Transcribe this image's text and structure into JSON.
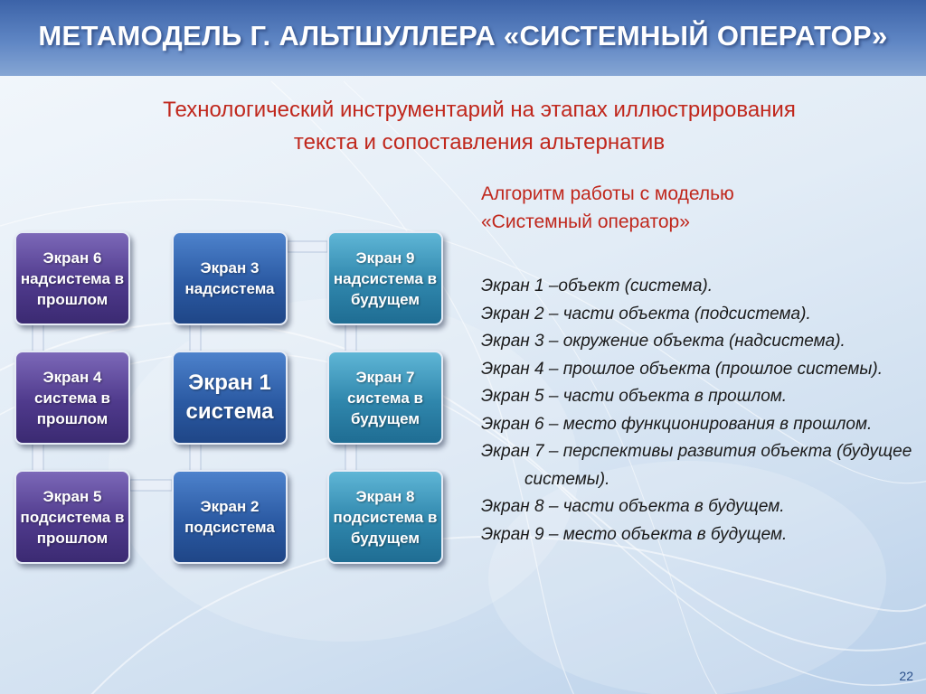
{
  "title": "МЕТАМОДЕЛЬ Г. АЛЬТШУЛЛЕРА «СИСТЕМНЫЙ ОПЕРАТОР»",
  "subtitle": {
    "line1": "Технологический инструментарий на этапах иллюстрирования",
    "line2": "текста и сопоставления альтернатив"
  },
  "algorithm": {
    "line1": "Алгоритм работы с моделью",
    "line2": "«Системный оператор»"
  },
  "descriptions": [
    "Экран 1 –объект (система).",
    "Экран 2 – части объекта (подсистема).",
    "Экран 3 – окружение объекта (надсистема).",
    "Экран 4 – прошлое объекта (прошлое системы).",
    "Экран 5 – части объекта в прошлом.",
    "Экран 6 – место функционирования в прошлом.",
    "Экран 7 – перспективы развития объекта (будущее системы).",
    "Экран 8 – части объекта в будущем.",
    "Экран 9 – место объекта в будущем."
  ],
  "screens": {
    "s6": "Экран 6\nнадсистема в\nпрошлом",
    "s3": "Экран 3\nнадсистема",
    "s9": "Экран 9\nнадсистема в\nбудущем",
    "s4": "Экран 4\nсистема в\nпрошлом",
    "s1": "Экран 1\nсистема",
    "s7": "Экран 7\nсистема  в\nбудущем",
    "s5": "Экран 5\nподсистема в\nпрошлом",
    "s2": "Экран 2\nподсистема",
    "s8": "Экран 8\nподсистема в\nбудущем"
  },
  "colors": {
    "past": "#4f3a8c",
    "present": "#2b5aa3",
    "future": "#2f86ac",
    "subtitle": "#c0271c"
  },
  "slide_number": "22"
}
